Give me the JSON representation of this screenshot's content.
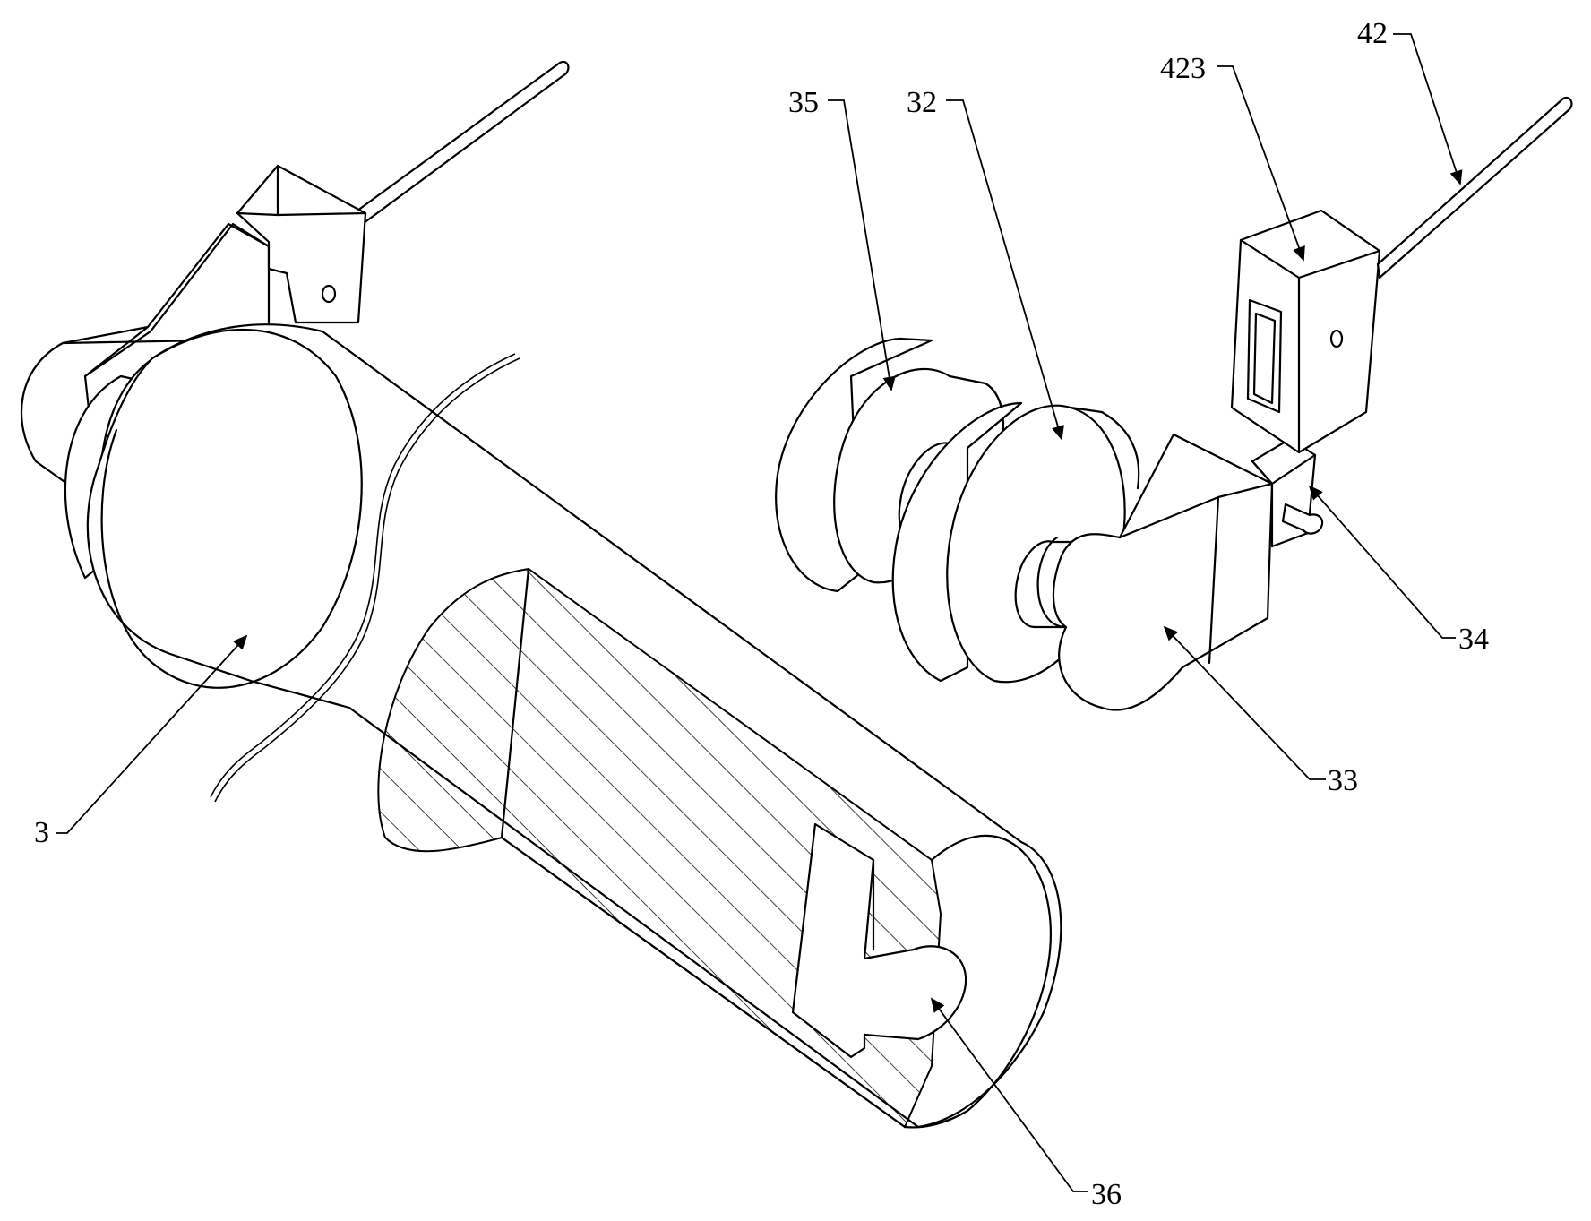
{
  "labels": {
    "part_3": "3",
    "part_35": "35",
    "part_32": "32",
    "part_423": "423",
    "part_42": "42",
    "part_34": "34",
    "part_33": "33",
    "part_36": "36"
  },
  "colors": {
    "line": "#000000",
    "background": "#ffffff"
  }
}
